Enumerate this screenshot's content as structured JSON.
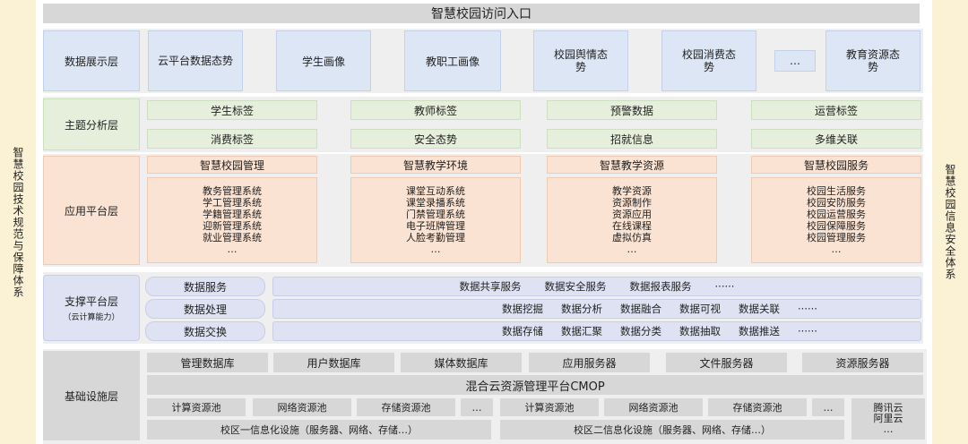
{
  "title": "智慧校园访问入口",
  "left_side": "智慧校园技术规范与保障体系",
  "right_side": "智慧校园信息安全体系",
  "layers": {
    "display": {
      "label": "数据展示层",
      "items": [
        "云平台数据态势",
        "学生画像",
        "教职工画像",
        "校园舆情态势",
        "校园消费态势",
        "…",
        "教育资源态势"
      ]
    },
    "topic": {
      "label": "主题分析层",
      "row1": [
        "学生标签",
        "教师标签",
        "预警数据",
        "运营标签"
      ],
      "row2": [
        "消费标签",
        "安全态势",
        "招就信息",
        "多维关联"
      ]
    },
    "app": {
      "label": "应用平台层",
      "headers": [
        "智慧校园管理",
        "智慧教学环境",
        "智慧教学资源",
        "智慧校园服务"
      ],
      "lists": [
        "教务管理系统\n学工管理系统\n学籍管理系统\n迎新管理系统\n就业管理系统\n…",
        "课堂互动系统\n课堂录播系统\n门禁管理系统\n电子班牌管理\n人脸考勤管理\n…",
        "教学资源\n资源制作\n资源应用\n在线课程\n虚拟仿真\n…",
        "校园生活服务\n校园安防服务\n校园运营服务\n校园保障服务\n校园管理服务\n…"
      ]
    },
    "support": {
      "label": "支撑平台层",
      "sublabel": "（云计算能力）",
      "rows": [
        {
          "name": "数据服务",
          "items": [
            "数据共享服务",
            "数据安全服务",
            "数据报表服务",
            "······"
          ]
        },
        {
          "name": "数据处理",
          "items": [
            "数据挖掘",
            "数据分析",
            "数据融合",
            "数据可视",
            "数据关联",
            "······"
          ]
        },
        {
          "name": "数据交换",
          "items": [
            "数据存储",
            "数据汇聚",
            "数据分类",
            "数据抽取",
            "数据推送",
            "······"
          ]
        }
      ]
    },
    "infra": {
      "label": "基础设施层",
      "servers": [
        "管理数据库",
        "用户数据库",
        "媒体数据库",
        "应用服务器",
        "文件服务器",
        "资源服务器"
      ],
      "cmop": "混合云资源管理平台CMOP",
      "pools": [
        "计算资源池",
        "网络资源池",
        "存储资源池",
        "…",
        "计算资源池",
        "网络资源池",
        "存储资源池",
        "…"
      ],
      "campus1": "校区一信息化设施（服务器、网络、存储…）",
      "campus2": "校区二信息化设施（服务器、网络、存储…）",
      "cloud": "腾讯云\n阿里云\n…"
    }
  }
}
